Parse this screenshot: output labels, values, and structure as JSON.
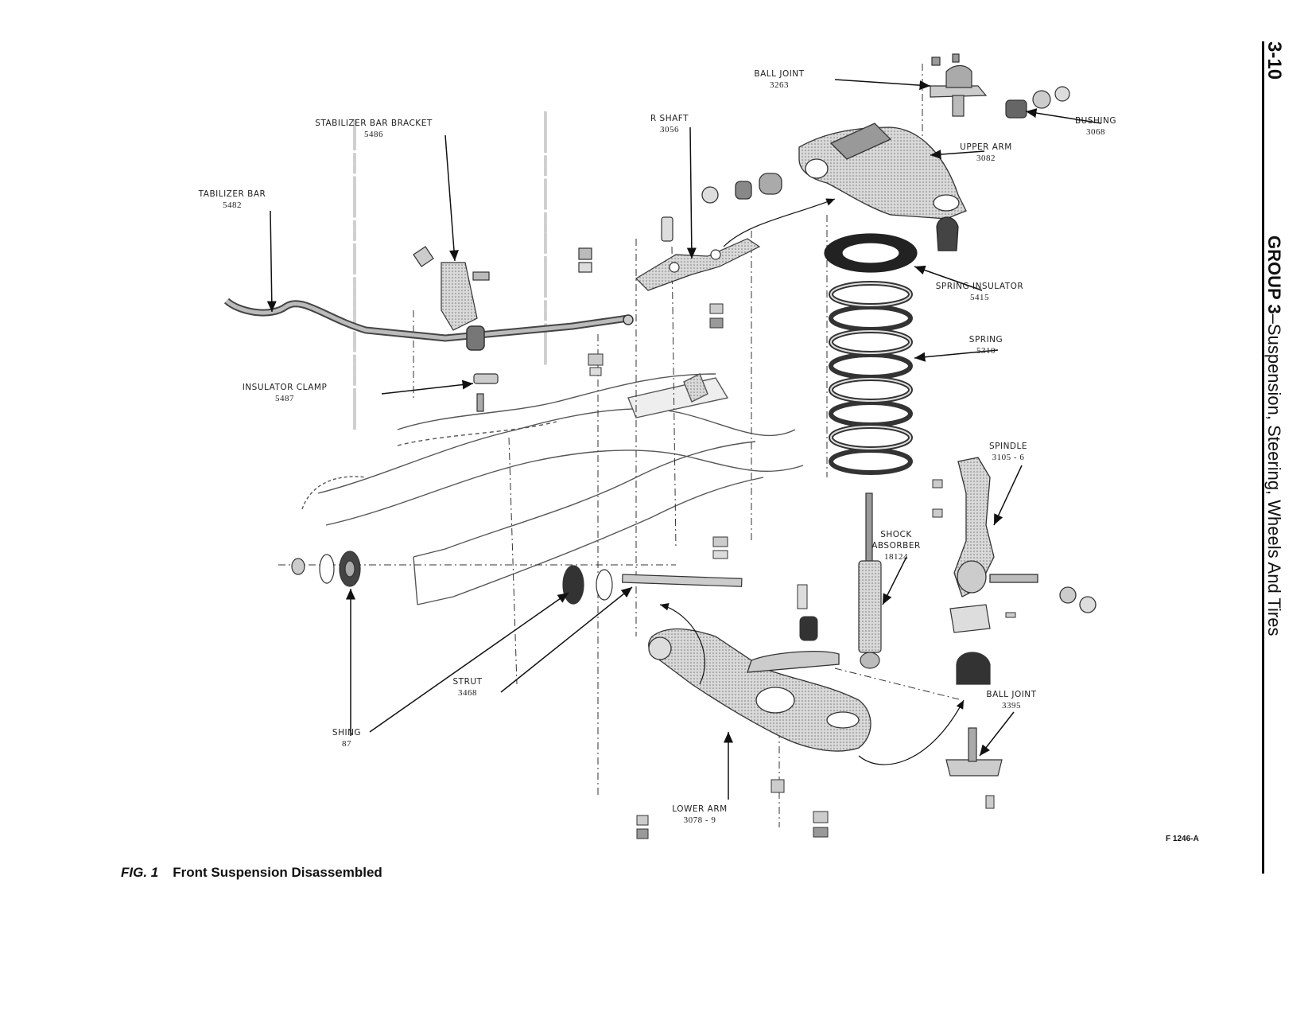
{
  "page": {
    "page_number": "3-10",
    "group": "GROUP 3",
    "section_title": "Suspension, Steering, Wheels And Tires"
  },
  "figure": {
    "number": "FIG. 1",
    "caption": "Front Suspension Disassembled",
    "code": "F 1246-A"
  },
  "parts": [
    {
      "id": "ball-joint-upper",
      "name": "BALL JOINT",
      "number": "3263"
    },
    {
      "id": "bushing-upper",
      "name": "BUSHING",
      "number": "3068"
    },
    {
      "id": "upper-arm",
      "name": "UPPER ARM",
      "number": "3082"
    },
    {
      "id": "inner-shaft",
      "name": "R SHAFT",
      "number": "3056"
    },
    {
      "id": "stabilizer-bar-bracket",
      "name": "STABILIZER BAR BRACKET",
      "number": "5486"
    },
    {
      "id": "stabilizer-bar",
      "name": "TABILIZER BAR",
      "number": "5482"
    },
    {
      "id": "spring-insulator",
      "name": "SPRING INSULATOR",
      "number": "5415"
    },
    {
      "id": "spring",
      "name": "SPRING",
      "number": "5310"
    },
    {
      "id": "insulator-clamp",
      "name": "INSULATOR CLAMP",
      "number": "5487"
    },
    {
      "id": "spindle",
      "name": "SPINDLE",
      "number": "3105 - 6"
    },
    {
      "id": "shock-absorber",
      "name": "SHOCK ABSORBER",
      "number": "18124"
    },
    {
      "id": "strut",
      "name": "STRUT",
      "number": "3468"
    },
    {
      "id": "bushing-lower",
      "name": "SHING",
      "number": "87"
    },
    {
      "id": "ball-joint-lower",
      "name": "BALL JOINT",
      "number": "3395"
    },
    {
      "id": "lower-arm",
      "name": "LOWER ARM",
      "number": "3078 - 9"
    }
  ]
}
